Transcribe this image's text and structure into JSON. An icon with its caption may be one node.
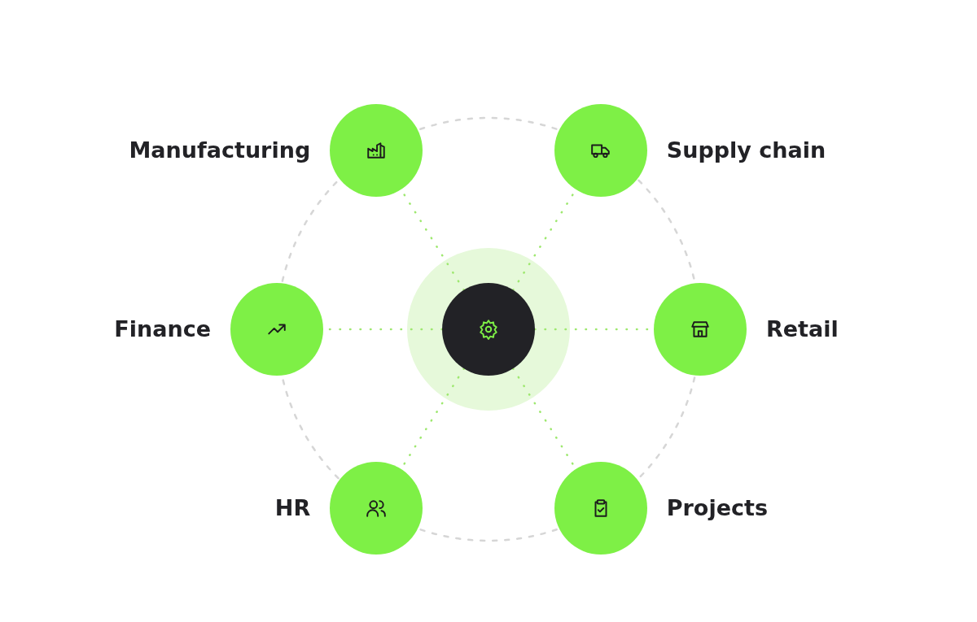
{
  "diagram": {
    "nodes": [
      {
        "text": [
          "Manufacturing"
        ]
      },
      {
        "text": [
          "Supply chain"
        ]
      },
      {
        "text": [
          "Finance"
        ]
      },
      {
        "text": [],
        "shape": "circle"
      },
      {
        "text": [
          "Retail"
        ]
      },
      {
        "text": [
          "HR"
        ]
      },
      {
        "text": [
          "Projects"
        ]
      }
    ],
    "edges": [
      {
        "from": 3,
        "to": 0,
        "arrow": "none",
        "style": "dashed"
      },
      {
        "from": 3,
        "to": 1,
        "arrow": "none",
        "style": "dashed"
      },
      {
        "from": 3,
        "to": 2,
        "arrow": "none",
        "style": "dashed"
      },
      {
        "from": 3,
        "to": 4,
        "arrow": "none",
        "style": "dashed"
      },
      {
        "from": 3,
        "to": 5,
        "arrow": "none",
        "style": "dashed"
      },
      {
        "from": 3,
        "to": 6,
        "arrow": "none",
        "style": "dashed"
      },
      {
        "from": 0,
        "to": 1,
        "arrow": "none",
        "style": "dashed",
        "color": "#d6d6d6"
      },
      {
        "from": 1,
        "to": 4,
        "arrow": "none",
        "style": "dashed",
        "color": "#d6d6d6"
      },
      {
        "from": 4,
        "to": 6,
        "arrow": "none",
        "style": "dashed",
        "color": "#d6d6d6"
      },
      {
        "from": 6,
        "to": 5,
        "arrow": "none",
        "style": "dashed",
        "color": "#d6d6d6"
      },
      {
        "from": 5,
        "to": 2,
        "arrow": "none",
        "style": "dashed",
        "color": "#d6d6d6"
      },
      {
        "from": 2,
        "to": 0,
        "arrow": "none",
        "style": "dashed",
        "color": "#d6d6d6"
      }
    ]
  }
}
